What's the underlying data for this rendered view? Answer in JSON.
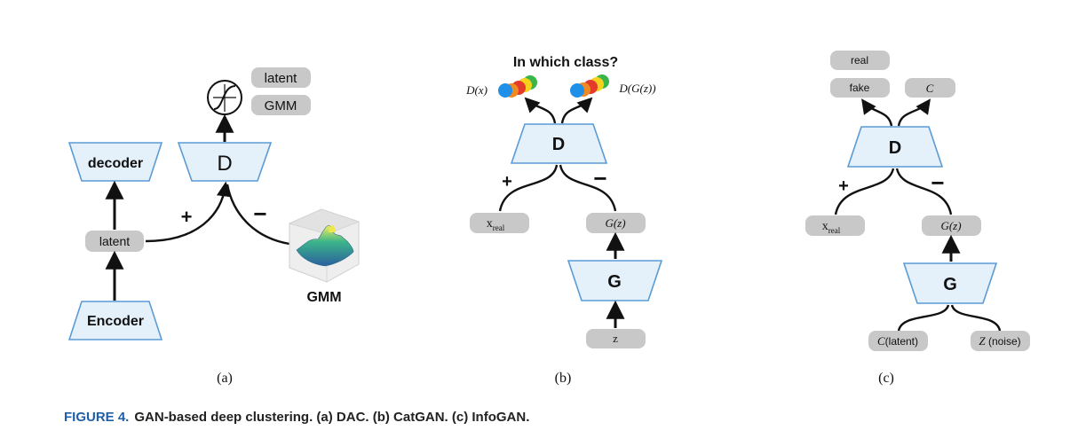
{
  "panel_a": {
    "decoder": "decoder",
    "d_label": "D",
    "latent_node": "latent",
    "encoder": "Encoder",
    "tag_latent": "latent",
    "tag_gmm": "GMM",
    "plus": "+",
    "minus": "−",
    "gmm_label": "GMM",
    "sublabel": "(a)"
  },
  "panel_b": {
    "title": "In which class?",
    "dx": "D(x)",
    "dgz": "D(G(z))",
    "d_label": "D",
    "g_label": "G",
    "plus": "+",
    "minus": "−",
    "x_main": "x",
    "x_sub": "real",
    "gz": "G(z)",
    "z": "z",
    "sublabel": "(b)"
  },
  "panel_c": {
    "real": "real",
    "fake": "fake",
    "c": "C",
    "d_label": "D",
    "g_label": "G",
    "plus": "+",
    "minus": "−",
    "x_main": "x",
    "x_sub": "real",
    "gz": "G(z)",
    "c_latent_prefix": "C",
    "c_latent_suffix": "(latent)",
    "z_noise_prefix": "Z",
    "z_noise_suffix": " (noise)",
    "sublabel": "(c)"
  },
  "caption": {
    "figure": "FIGURE 4.",
    "text": "GAN-based deep clustering. (a) DAC. (b) CatGAN. (c) InfoGAN."
  },
  "colors": {
    "trapezoid_fill": "#e4f0fa",
    "trapezoid_stroke": "#5b9bd5",
    "pill_fill": "#c8c8c8",
    "arrow": "#111111",
    "caption_accent": "#1f5fa8"
  }
}
